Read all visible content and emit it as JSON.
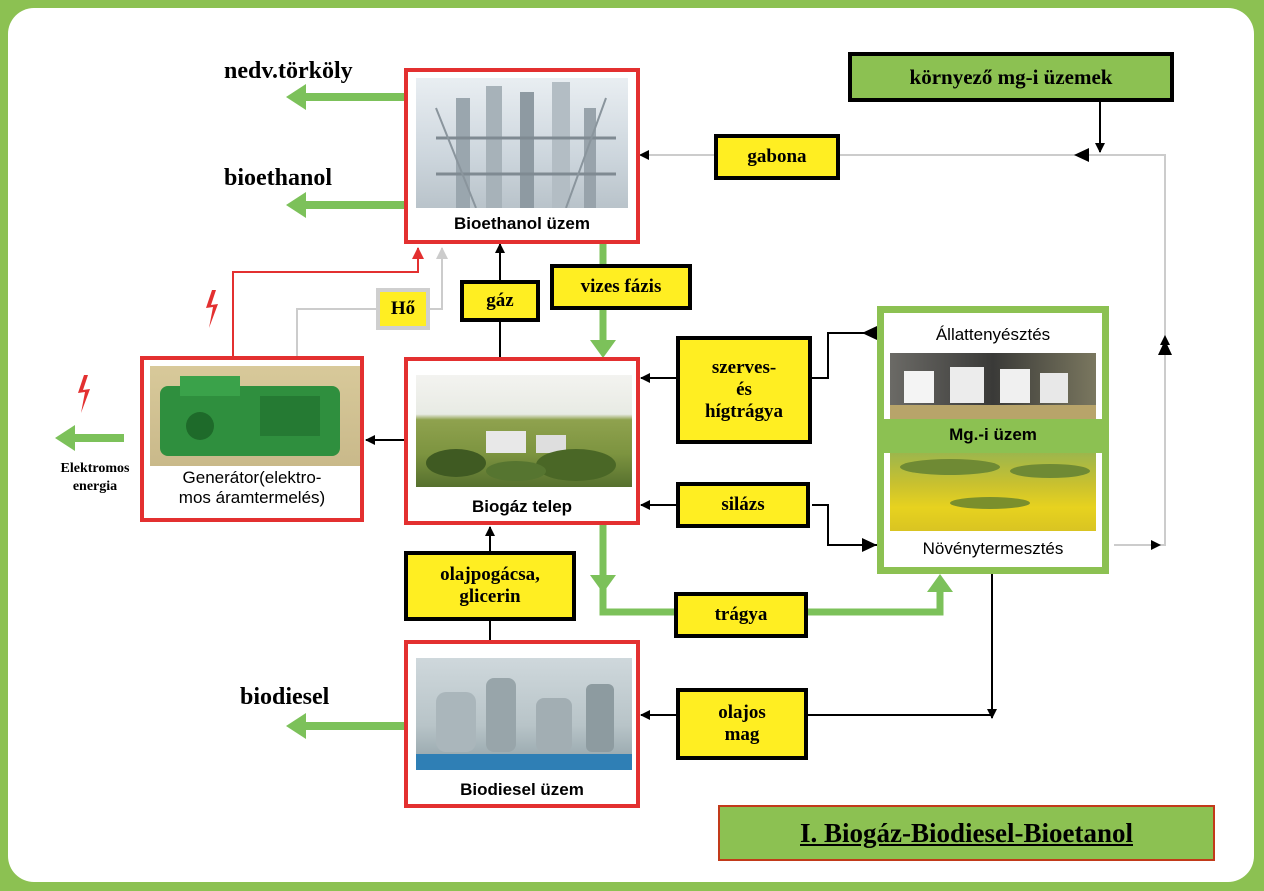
{
  "title": "I. Biogáz-Biodiesel-Bioetanol",
  "plants": {
    "bioethanol": "Bioethanol üzem",
    "biogas": "Biogáz telep",
    "biodiesel": "Biodiesel üzem",
    "generator": "Generátor(elektro-\nmos áramtermelés)"
  },
  "farm": {
    "animal": "Állattenyésztés",
    "unit": "Mg.-i üzem",
    "crop": "Növénytermesztés"
  },
  "external": "környező mg-i üzemek",
  "flows": {
    "gabona": "gabona",
    "vizes_fazis": "vizes fázis",
    "gaz": "gáz",
    "ho": "Hő",
    "szerves": "szerves-\nés\nhígtrágya",
    "silage": "silázs",
    "olajpogacsa": "olajpogácsa,\nglicerin",
    "tragya": "trágya",
    "olajos_mag": "olajos\nmag"
  },
  "outputs": {
    "torkoly": "nedv.törköly",
    "bioethanol": "bioethanol",
    "biodiesel": "biodiesel",
    "elektromos": "Elektromos\nenergia"
  },
  "colors": {
    "background": "#8cc152",
    "plant_border": "#e33030",
    "label_fill": "#ffee22",
    "flow_green": "#7cc15a"
  }
}
